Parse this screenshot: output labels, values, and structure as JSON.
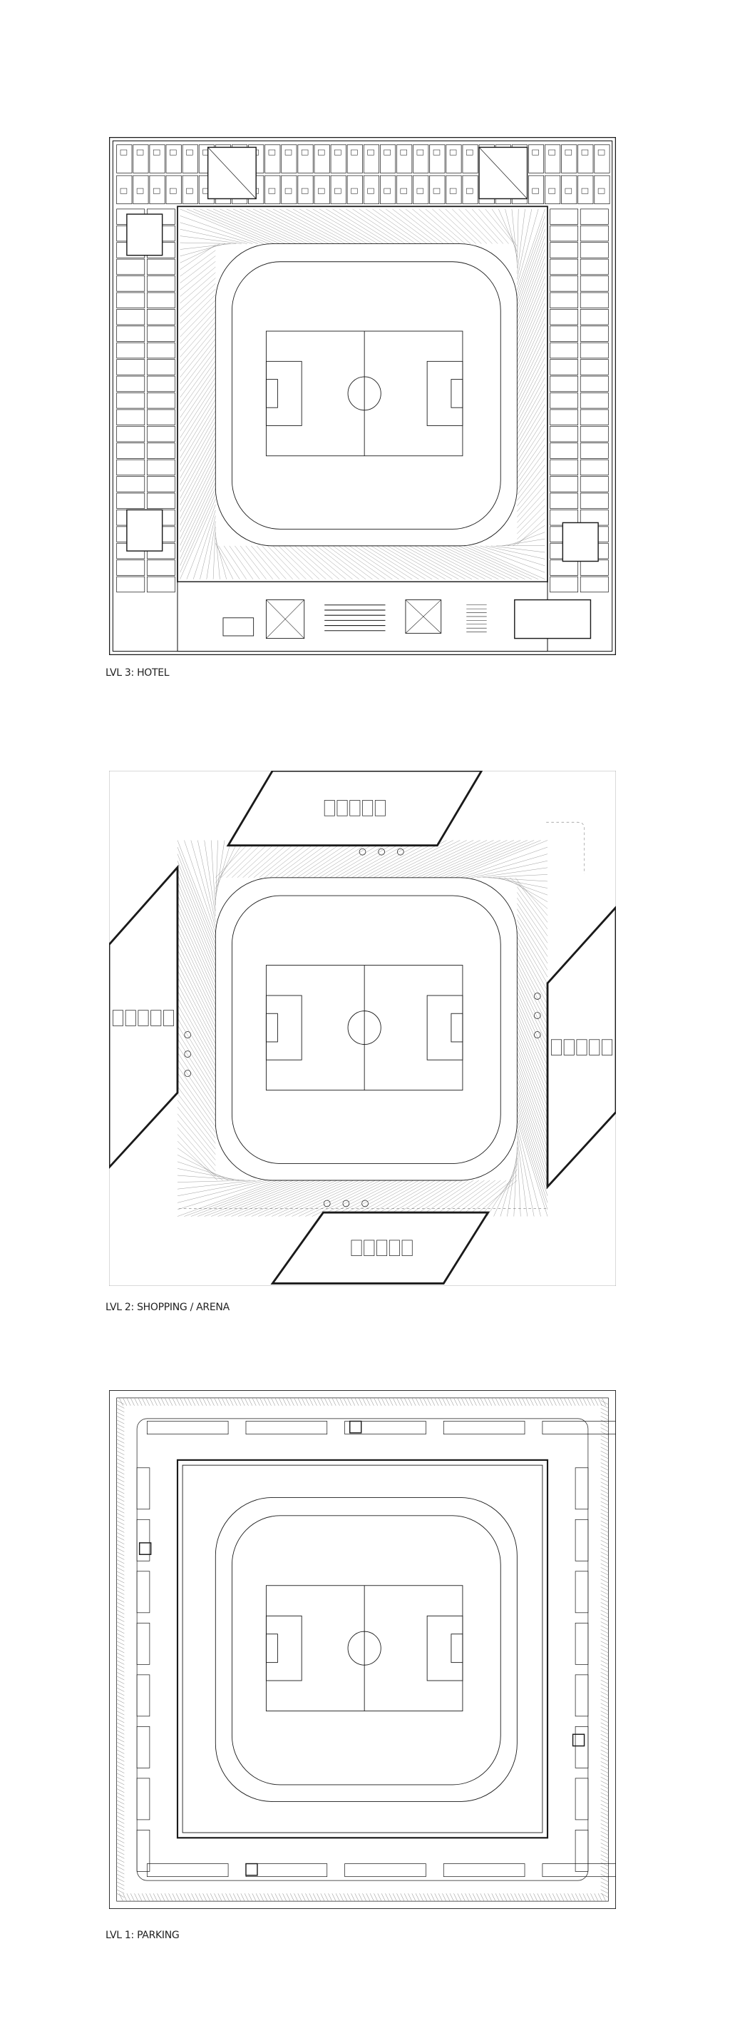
{
  "plans": [
    {
      "id": "level-3",
      "label": "LVL 3: HOTEL"
    },
    {
      "id": "level-2",
      "label": "LVL 2: SHOPPING / ARENA"
    },
    {
      "id": "level-1",
      "label": "LVL 1: PARKING"
    }
  ],
  "colors": {
    "line": "#1a1a1a",
    "fine": "#777777",
    "background": "#ffffff"
  }
}
